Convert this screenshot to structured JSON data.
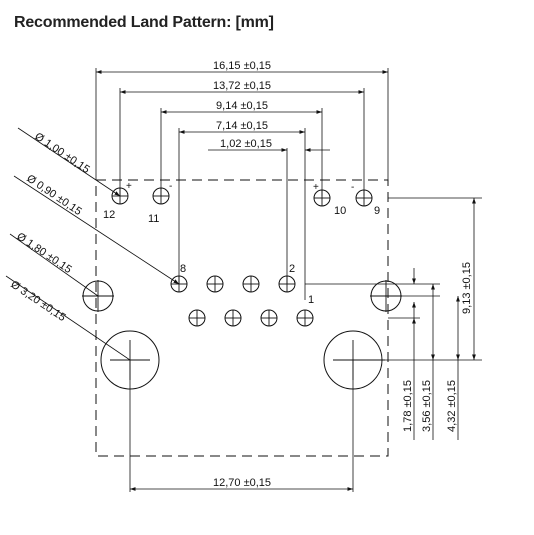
{
  "title": "Recommended Land Pattern: [mm]",
  "dimensions": {
    "width_overall": "16,15 ±0,15",
    "width_12_9": "13,72 ±0,15",
    "width_11_10": "9,14 ±0,15",
    "width_8_2": "7,14 ±0,15",
    "width_2_1": "1,02 ±0,15",
    "width_mount": "12,70 ±0,15",
    "height_top": "9,13 ±0,15",
    "height_1": "1,78 ±0,15",
    "height_2": "3,56 ±0,15",
    "height_3": "4,32 ±0,15"
  },
  "hole_callouts": {
    "d100": "Ø 1,00 ±0,15",
    "d090": "Ø 0,90 ±0,15",
    "d180": "Ø 1,80 ±0,15",
    "d320": "Ø 3,20 ±0,15"
  },
  "pin_labels": {
    "p1": "1",
    "p2": "2",
    "p8": "8",
    "p9": "9",
    "p10": "10",
    "p11": "11",
    "p12": "12"
  },
  "polarity": {
    "plus": "+",
    "minus": "-"
  }
}
